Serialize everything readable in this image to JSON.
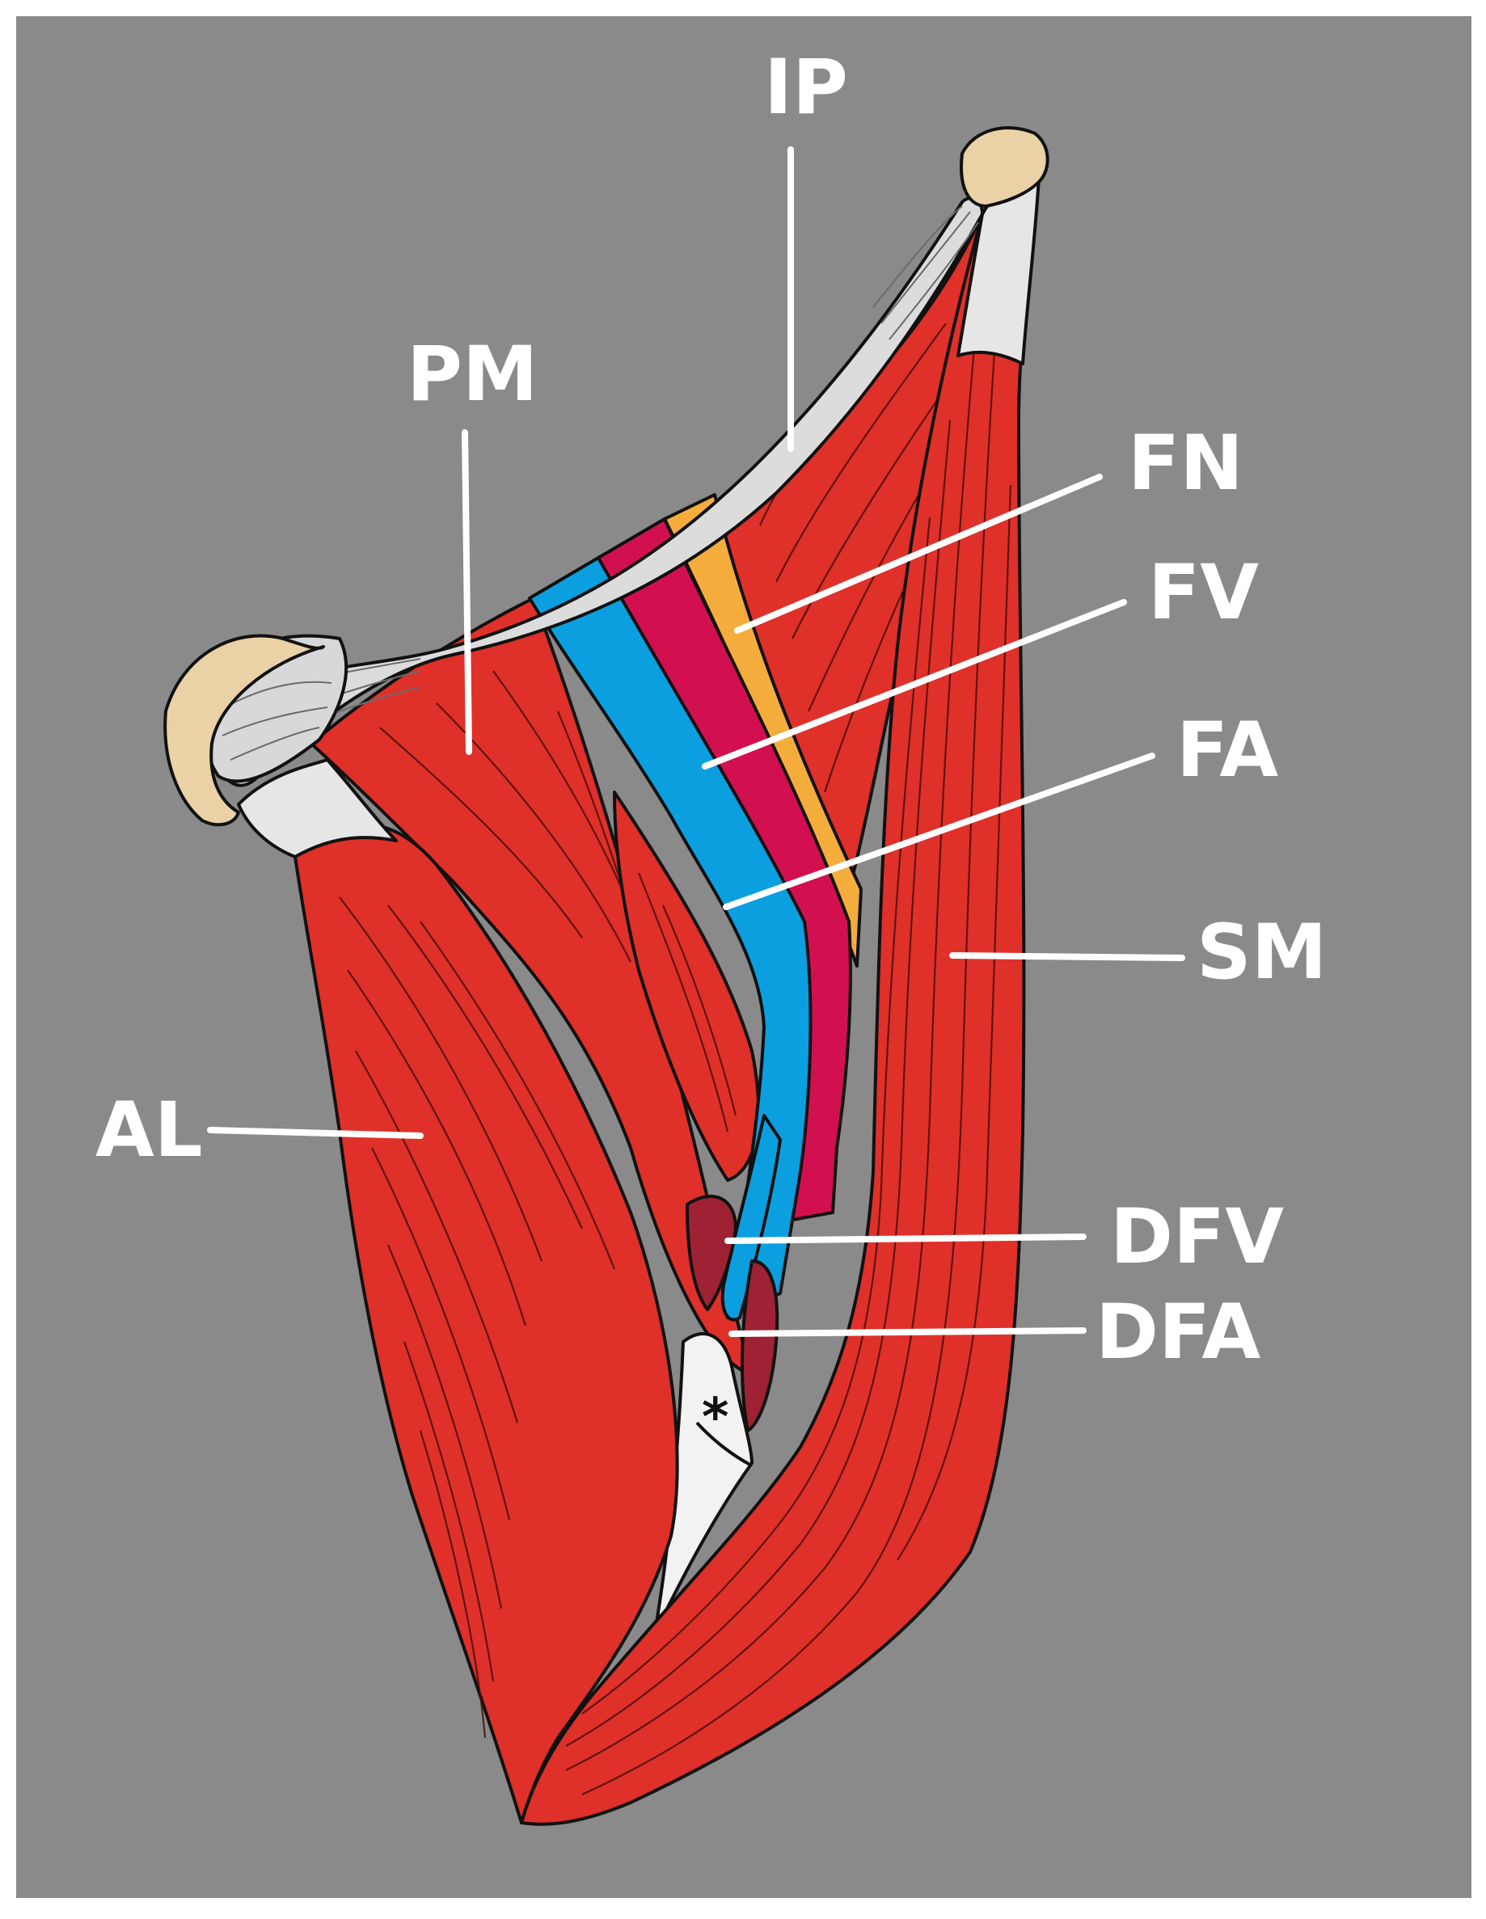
{
  "colors": {
    "background": "#8a8a8a",
    "muscle": "#e0302a",
    "deep_muscle": "#9e2233",
    "ligament": "#dcdcdc",
    "bone": "#ead2a6",
    "nerve": "#f4ad3d",
    "vein": "#0b9fe0",
    "artery": "#d3104f",
    "label": "#ffffff"
  },
  "labels": {
    "ip": "IP",
    "pm": "PM",
    "fn": "FN",
    "fv": "FV",
    "fa": "FA",
    "sm": "SM",
    "al": "AL",
    "dfv": "DFV",
    "dfa": "DFA",
    "asterisk": "*"
  }
}
